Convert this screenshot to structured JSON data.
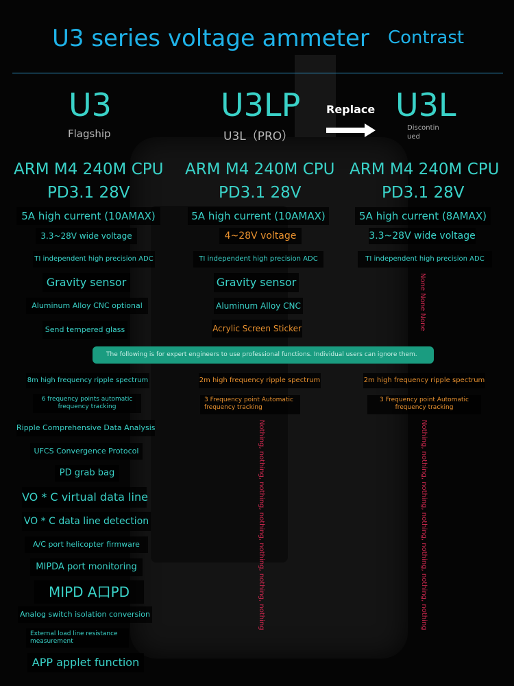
{
  "header": {
    "title": "U3 series voltage ammeter",
    "contrast": "Contrast"
  },
  "models": {
    "u3": {
      "name": "U3",
      "sub": "Flagship"
    },
    "u3lp": {
      "name": "U3LP",
      "sub": "U3L（PRO）"
    },
    "u3l": {
      "name": "U3L",
      "sub": "Discontin ued"
    },
    "replace": "Replace"
  },
  "cols": {
    "u3": {
      "cpu": "ARM M4 240M CPU",
      "pd": "PD3.1 28V",
      "current": "5A high current (10AMAX)",
      "voltage": "3.3~28V wide voltage",
      "adc": "TI independent high precision ADC",
      "gravity": "Gravity sensor",
      "alloy": "Aluminum Alloy CNC optional",
      "glass": "Send tempered glass",
      "ripple": "8m high frequency ripple spectrum",
      "tracking": "6 frequency points automatic frequency tracking",
      "analysis": "Ripple Comprehensive Data Analysis",
      "ufcs": "UFCS Convergence Protocol",
      "grab": "PD grab bag",
      "virtual": "VO * C virtual data line",
      "detect": "VO * C data line detection",
      "firmware": "A/C port helicopter firmware",
      "monitor": "MIPDA port monitoring",
      "mipd": "MIPD  A口PD",
      "switch": "Analog switch isolation conversion",
      "resistance": "External load line resistance measurement",
      "app": "APP applet function"
    },
    "u3lp": {
      "cpu": "ARM M4 240M CPU",
      "pd": "PD3.1 28V",
      "current": "5A high current (10AMAX)",
      "voltage": "4~28V voltage",
      "adc": "TI independent high precision ADC",
      "gravity": "Gravity sensor",
      "alloy": "Aluminum Alloy CNC",
      "sticker": "Acrylic Screen Sticker",
      "ripple": "2m high frequency ripple spectrum",
      "tracking": "3 Frequency point Automatic frequency tracking",
      "nothing": "Nothing, nothing, nothing, nothing, nothing, nothing, nothing"
    },
    "u3l": {
      "cpu": "ARM M4 240M CPU",
      "pd": "PD3.1 28V",
      "current": "5A high current (8AMAX)",
      "voltage": "3.3~28V wide voltage",
      "adc": "TI independent high precision ADC",
      "none": "None None None",
      "ripple": "2m high frequency ripple spectrum",
      "tracking": "3 Frequency point Automatic frequency tracking",
      "nothing": "Nothing, nothing, nothing, nothing, nothing, nothing, nothing"
    }
  },
  "banner": "The following is for expert engineers to use professional functions. Individual users can ignore them.",
  "colors": {
    "accent": "#3ad2c8",
    "title": "#1fb2e8",
    "orange": "#e8912f",
    "red": "#c2264b",
    "banner": "#1a9c80"
  }
}
